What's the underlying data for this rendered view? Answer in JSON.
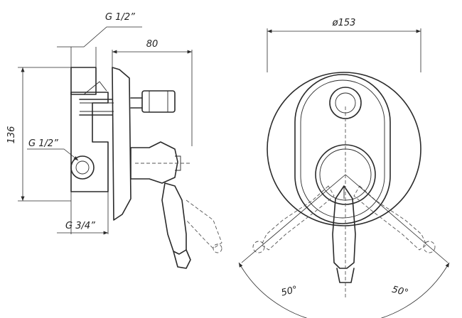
{
  "labels": {
    "top_thread": "G 1/2”",
    "width_80": "80",
    "height_136": "136",
    "side_thread": "G 1/2”",
    "bottom_thread": "G 3/4”",
    "diameter": "ø153",
    "angle_left": "50°",
    "angle_right": "50°"
  }
}
